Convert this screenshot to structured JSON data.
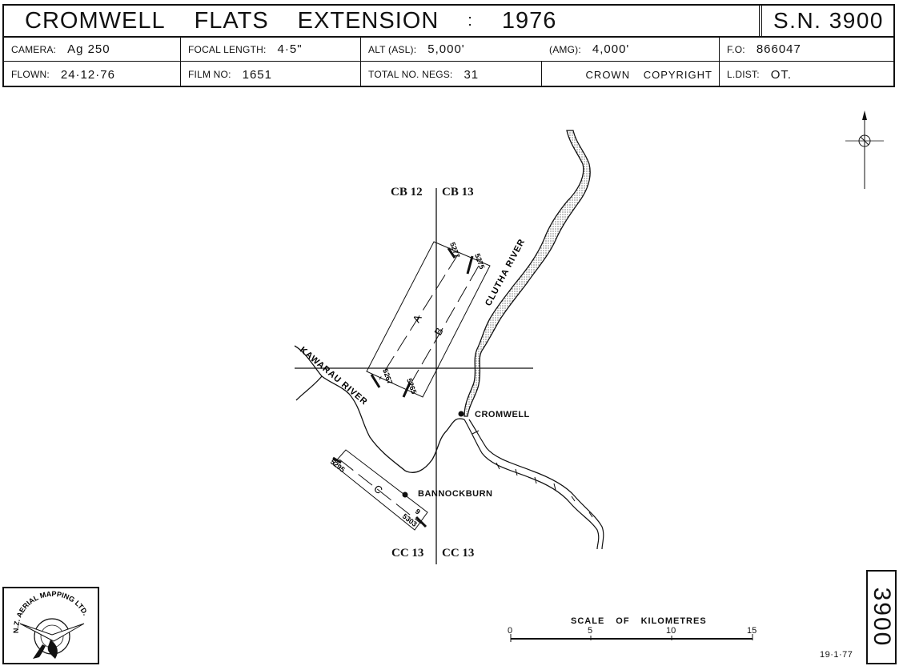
{
  "header": {
    "title_words": [
      "CROMWELL",
      "FLATS",
      "EXTENSION",
      ":",
      "1976"
    ],
    "sn": "S.N. 3900",
    "camera_label": "CAMERA:",
    "camera_value": "Ag 250",
    "focal_label": "FOCAL LENGTH:",
    "focal_value": "4·5\"",
    "alt_label": "ALT (ASL):",
    "alt_value": "5,000'",
    "amg_label": "(AMG):",
    "amg_value": "4,000'",
    "fo_label": "F.O:",
    "fo_value": "866047",
    "flown_label": "FLOWN:",
    "flown_value": "24·12·76",
    "film_label": "FILM NO:",
    "film_value": "1651",
    "negs_label": "TOTAL NO. NEGS:",
    "negs_value": "31",
    "copyright": "CROWN COPYRIGHT",
    "ldist_label": "L.DIST:",
    "ldist_value": "OT."
  },
  "map": {
    "grid_top_left": "CB 12",
    "grid_top_right": "CB 13",
    "grid_bottom_left": "CC 13",
    "grid_bottom_right": "CC 13",
    "clutha": "CLUTHA RIVER",
    "kawarau": "KAWARAU RIVER",
    "cromwell": "CROMWELL",
    "bannockburn": "BANNOCKBURN",
    "run_a": "A",
    "run_b": "B",
    "run_c": "C",
    "photo_5277": "5277",
    "photo_5275": "5275",
    "photo_5267": "5267",
    "photo_5265": "5265",
    "photo_5295": "5295",
    "photo_5303": "5303",
    "photo_9": "9"
  },
  "scale": {
    "title_words": [
      "SCALE",
      "OF",
      "KILOMETRES"
    ],
    "ticks": [
      "0",
      "5",
      "10",
      "15"
    ]
  },
  "side_number": "3900",
  "date": "19·1·77",
  "logo": {
    "text": "N.Z. AERIAL MAPPING LTD."
  },
  "icons": {
    "north": "north-arrow-icon",
    "logo": "nz-aerial-mapping-logo"
  }
}
